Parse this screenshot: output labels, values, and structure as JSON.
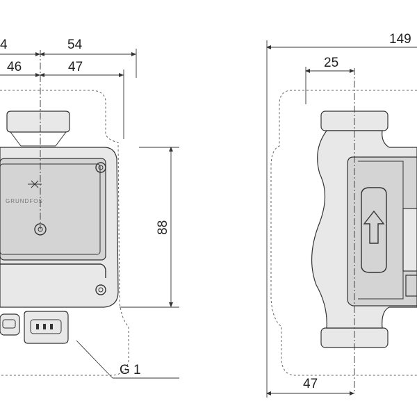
{
  "dimensions": {
    "top_left_partial": "4",
    "top_54": "54",
    "second_left_46": "46",
    "second_47": "47",
    "right_height_88": "88",
    "right_top_149": "149",
    "right_25": "25",
    "right_bottom_47": "47"
  },
  "labels": {
    "thread": "G 1",
    "brand": "GRUNDFOS"
  },
  "colors": {
    "line": "#333333",
    "fill": "#e8e8e8"
  }
}
